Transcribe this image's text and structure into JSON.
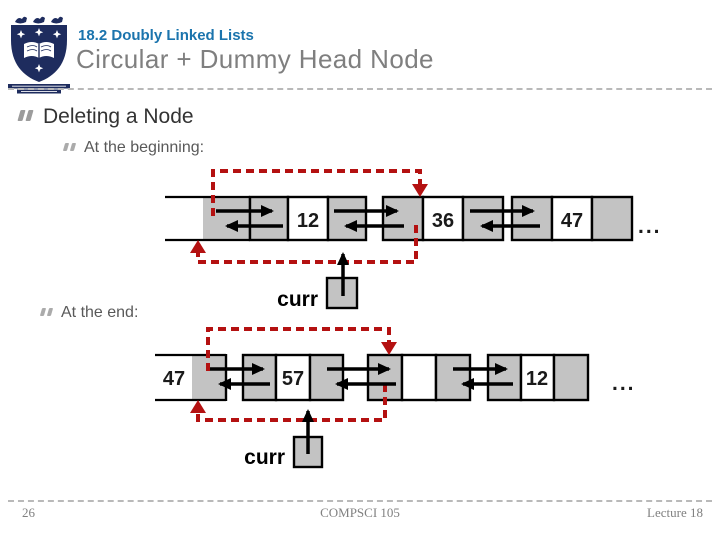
{
  "header": {
    "subtitle": "18.2 Doubly Linked Lists",
    "title": "Circular + Dummy Head Node"
  },
  "body": {
    "heading": "Deleting a Node",
    "sections": [
      {
        "label": "At the beginning:"
      },
      {
        "label": "At the end:"
      }
    ]
  },
  "diagrams": [
    {
      "nodes": [
        "12",
        "36",
        "47"
      ],
      "ellipsis": "...",
      "curr": "curr"
    },
    {
      "head_value": "47",
      "nodes": [
        "57",
        "",
        "12"
      ],
      "ellipsis": "...",
      "curr": "curr"
    }
  ],
  "footer": {
    "page_number": "26",
    "course": "COMPSCI 105",
    "lecture": "Lecture 18"
  },
  "colors": {
    "accent_blue": "#1b74ad",
    "title_gray": "#7f7f7f",
    "pointer_red": "#b41111",
    "cell_gray": "#c3c3c3",
    "crest_navy": "#1e2c5e"
  }
}
